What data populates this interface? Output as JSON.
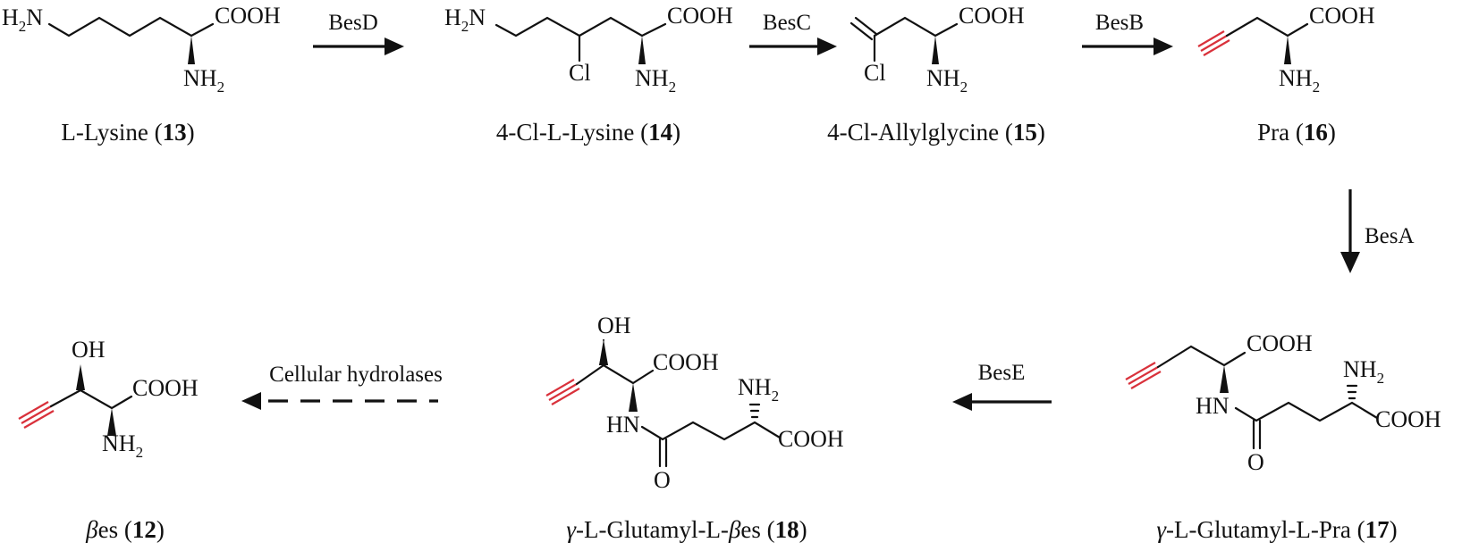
{
  "figure": {
    "compounds": [
      {
        "id": "13",
        "name": "L-Lysine",
        "number": "13",
        "name_prefix": "",
        "name_italic": ""
      },
      {
        "id": "14",
        "name": "4-Cl-L-Lysine",
        "number": "14"
      },
      {
        "id": "15",
        "name": "4-Cl-Allylglycine",
        "number": "15"
      },
      {
        "id": "16",
        "name": "Pra",
        "number": "16"
      },
      {
        "id": "17",
        "name_prefix": "γ",
        "name": "-L-Glutamyl-L-Pra",
        "number": "17"
      },
      {
        "id": "18",
        "name_prefix": "γ",
        "name": "-L-Glutamyl-L-",
        "name_italic": "β",
        "name_suffix": "es",
        "number": "18"
      },
      {
        "id": "12",
        "name_italic": "β",
        "name": "es",
        "number": "12"
      }
    ],
    "steps": [
      {
        "from": "13",
        "to": "14",
        "enzyme": "BesD",
        "style": "solid",
        "direction": "right"
      },
      {
        "from": "14",
        "to": "15",
        "enzyme": "BesC",
        "style": "solid",
        "direction": "right"
      },
      {
        "from": "15",
        "to": "16",
        "enzyme": "BesB",
        "style": "solid",
        "direction": "right"
      },
      {
        "from": "16",
        "to": "17",
        "enzyme": "BesA",
        "style": "solid",
        "direction": "down"
      },
      {
        "from": "17",
        "to": "18",
        "enzyme": "BesE",
        "style": "solid",
        "direction": "left"
      },
      {
        "from": "18",
        "to": "12",
        "enzyme": "Cellular hydrolases",
        "style": "dashed",
        "direction": "left"
      }
    ],
    "atoms": {
      "h2n_H": "H",
      "h2n_2": "2",
      "h2n_N": "N",
      "cooh": "COOH",
      "nh2_NH": "NH",
      "nh2_2": "2",
      "cl": "Cl",
      "oh": "OH",
      "hn": "HN",
      "o": "O"
    },
    "colors": {
      "alkyne": "#d9313b",
      "ink": "#111111"
    }
  }
}
